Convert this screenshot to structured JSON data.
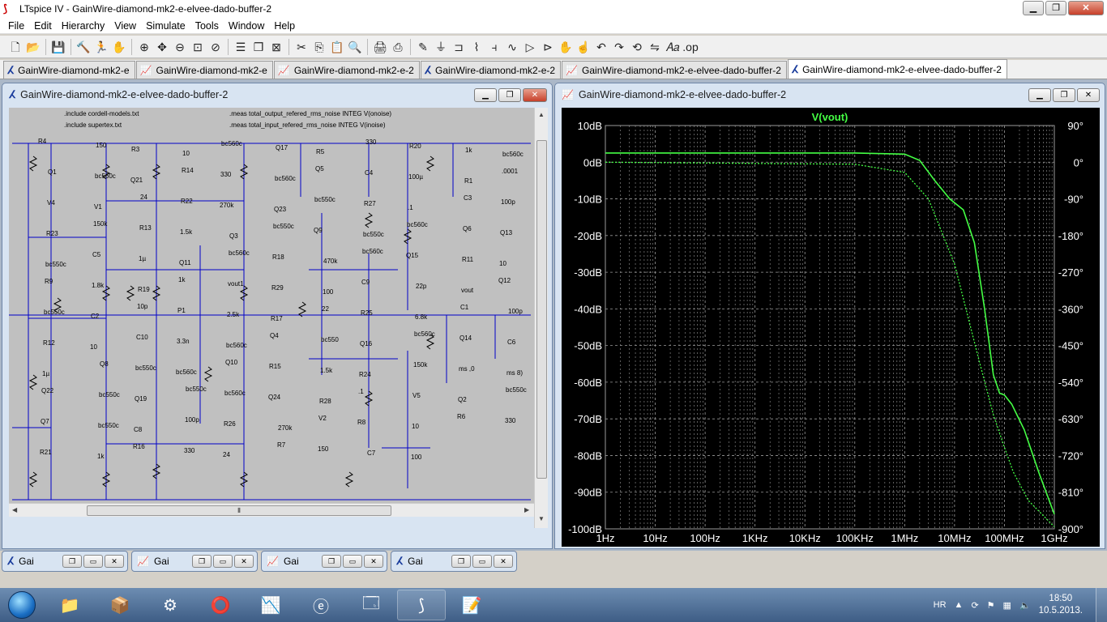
{
  "app": {
    "title": "LTspice IV - GainWire-diamond-mk2-e-elvee-dado-buffer-2"
  },
  "menu": [
    "File",
    "Edit",
    "Hierarchy",
    "View",
    "Simulate",
    "Tools",
    "Window",
    "Help"
  ],
  "tabs": [
    {
      "label": "GainWire-diamond-mk2-e",
      "kind": "schematic"
    },
    {
      "label": "GainWire-diamond-mk2-e",
      "kind": "plot"
    },
    {
      "label": "GainWire-diamond-mk2-e-2",
      "kind": "plot"
    },
    {
      "label": "GainWire-diamond-mk2-e-2",
      "kind": "schematic"
    },
    {
      "label": "GainWire-diamond-mk2-e-elvee-dado-buffer-2",
      "kind": "plot"
    },
    {
      "label": "GainWire-diamond-mk2-e-elvee-dado-buffer-2",
      "kind": "schematic",
      "active": true
    }
  ],
  "schematic_window": {
    "title": "GainWire-diamond-mk2-e-elvee-dado-buffer-2",
    "directives": [
      ".include cordell-models.txt",
      ".include supertex.txt",
      ".meas total_output_refered_rms_noise INTEG V(onoise)",
      ".meas total_input_refered_rms_noise INTEG V(inoise)"
    ],
    "labels": [
      "R4",
      "150",
      "R3",
      "10",
      "bc560c",
      "Q17",
      "R5",
      "330",
      "R20",
      "1k",
      "bc560c",
      "Q1",
      "bc560c",
      "Q21",
      "R14",
      "330",
      "bc560c",
      "Q5",
      "C4",
      "100µ",
      "R1",
      ".0001",
      "V4",
      "V1",
      "24",
      "R22",
      "270k",
      "Q23",
      "bc550c",
      "R27",
      ".1",
      "C3",
      "100p",
      "R23",
      "150k",
      "R13",
      "1.5k",
      "Q3",
      "bc550c",
      "Q9",
      "bc550c",
      "bc560c",
      "Q6",
      "Q13",
      "bc550c",
      "C5",
      "1µ",
      "Q11",
      "bc560c",
      "R18",
      "470k",
      "bc560c",
      "Q15",
      "R11",
      "10",
      "R9",
      "1.8k",
      "R19",
      "1k",
      "vout1",
      "R29",
      "100",
      "C9",
      "22p",
      "vout",
      "Q12",
      "bc550c",
      "C2",
      "10p",
      "P1",
      "2.5k",
      "R17",
      "22",
      "R25",
      "6.8k",
      "C1",
      "100p",
      "R12",
      "10",
      "C10",
      "3.3n",
      "bc560c",
      "Q4",
      "bc550",
      "Q16",
      "bc560c",
      "Q14",
      "C6",
      "1µ",
      "Q8",
      "bc550c",
      "bc560c",
      "Q10",
      "R15",
      "1.5k",
      "R24",
      "150k",
      "ms ,0",
      "ms 8)",
      "Q22",
      "bc550c",
      "Q19",
      "bc550c",
      "bc560c",
      "Q24",
      "R28",
      ".1",
      "V5",
      "Q2",
      "bc550c",
      "Q7",
      "bc550c",
      "C8",
      "100p",
      "R26",
      "270k",
      "V2",
      "R8",
      "10",
      "R6",
      "330",
      "R21",
      "1k",
      "R16",
      "330",
      "24",
      "R7",
      "150",
      "C7",
      "100"
    ]
  },
  "plot_window": {
    "title": "GainWire-diamond-mk2-e-elvee-dado-buffer-2",
    "trace_label": "V(vout)",
    "colors": {
      "background": "#000000",
      "trace": "#44ff44",
      "grid": "#9a9a9a",
      "text": "#ffffff"
    }
  },
  "chart_data": {
    "type": "line",
    "title": "V(vout)",
    "xscale": "log",
    "x_ticks": [
      "1Hz",
      "10Hz",
      "100Hz",
      "1KHz",
      "10KHz",
      "100KHz",
      "1MHz",
      "10MHz",
      "100MHz",
      "1GHz"
    ],
    "y_ticks": [
      "10dB",
      "0dB",
      "-10dB",
      "-20dB",
      "-30dB",
      "-40dB",
      "-50dB",
      "-60dB",
      "-70dB",
      "-80dB",
      "-90dB",
      "-100dB"
    ],
    "y2_ticks": [
      "90°",
      "0°",
      "-90°",
      "-180°",
      "-270°",
      "-360°",
      "-450°",
      "-540°",
      "-630°",
      "-720°",
      "-810°",
      "-900°"
    ],
    "xlim": [
      1,
      1000000000
    ],
    "ylim": [
      -100,
      10
    ],
    "y2lim": [
      -900,
      90
    ],
    "series": [
      {
        "name": "magnitude",
        "style": "solid",
        "x": [
          1,
          100000,
          1000000,
          2000000,
          4000000,
          8000000,
          15000000,
          25000000,
          40000000,
          60000000,
          80000000,
          100000000,
          140000000,
          250000000,
          500000000,
          1000000000
        ],
        "y": [
          2.5,
          2.5,
          2.2,
          0.5,
          -5,
          -10,
          -13,
          -22,
          -40,
          -58,
          -63,
          -63.5,
          -66,
          -73,
          -85,
          -96
        ]
      },
      {
        "name": "phase",
        "style": "dotted",
        "x": [
          1,
          100000,
          1000000,
          3000000,
          10000000,
          30000000,
          60000000,
          100000000,
          150000000,
          300000000,
          1000000000
        ],
        "y": [
          0,
          -5,
          -25,
          -90,
          -250,
          -480,
          -620,
          -700,
          -760,
          -830,
          -895
        ]
      }
    ]
  },
  "minimized": [
    {
      "label": "Gai",
      "kind": "schematic"
    },
    {
      "label": "Gai",
      "kind": "plot"
    },
    {
      "label": "Gai",
      "kind": "plot"
    },
    {
      "label": "Gai",
      "kind": "schematic"
    }
  ],
  "tray": {
    "lang": "HR",
    "time": "18:50",
    "date": "10.5.2013."
  }
}
